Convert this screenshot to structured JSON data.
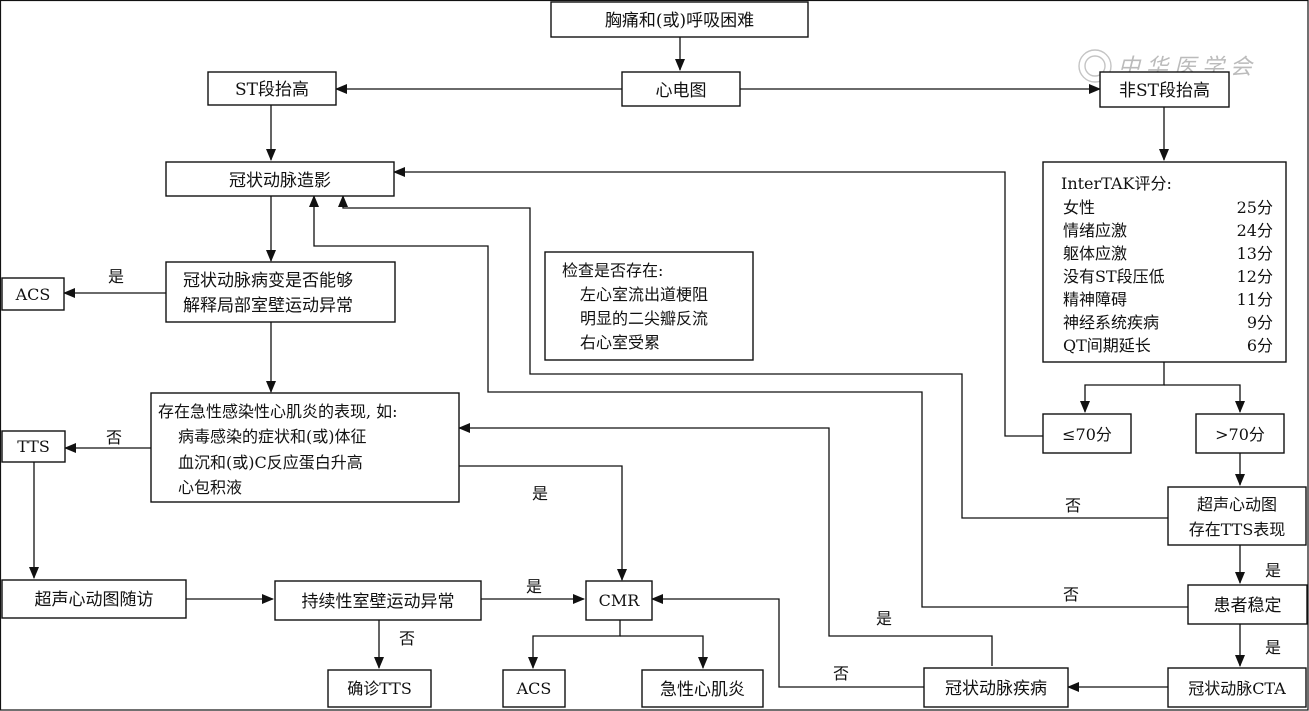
{
  "nodes": {
    "chest_pain": "胸痛和(或)呼吸困难",
    "ecg": "心电图",
    "st_elevation": "ST段抬高",
    "non_st_elevation": "非ST段抬高",
    "coronary_angiography": "冠状动脉造影",
    "intertak": {
      "title": "InterTAK评分:",
      "items": [
        {
          "label": "女性",
          "score": "25分"
        },
        {
          "label": "情绪应激",
          "score": "24分"
        },
        {
          "label": "躯体应激",
          "score": "13分"
        },
        {
          "label": "没有ST段压低",
          "score": "12分"
        },
        {
          "label": "精神障碍",
          "score": "11分"
        },
        {
          "label": "神经系统疾病",
          "score": "9分"
        },
        {
          "label": "QT间期延长",
          "score": "6分"
        }
      ]
    },
    "check_box": {
      "title": "检查是否存在:",
      "lines": [
        "左心室流出道梗阻",
        "明显的二尖瓣反流",
        "右心室受累"
      ]
    },
    "explain_question": [
      "冠状动脉病变是否能够",
      "解释局部室壁运动异常"
    ],
    "acs_top": "ACS",
    "myocarditis_question": [
      "存在急性感染性心肌炎的表现, 如:",
      "病毒感染的症状和(或)体征",
      "血沉和(或)C反应蛋白升高",
      "心包积液"
    ],
    "tts_left": "TTS",
    "score_low": "≤70分",
    "score_high": ">70分",
    "echo_tts": [
      "超声心动图",
      "存在TTS表现"
    ],
    "patient_stable": "患者稳定",
    "coronary_cta": "冠状动脉CTA",
    "coronary_disease": "冠状动脉疾病",
    "echo_followup": "超声心动图随访",
    "persistent_wma": "持续性室壁运动异常",
    "cmr": "CMR",
    "confirm_tts": "确诊TTS",
    "acs_bottom": "ACS",
    "acute_myocarditis": "急性心肌炎"
  },
  "labels": {
    "yes": "是",
    "no": "否"
  },
  "watermark": "中华医学会"
}
